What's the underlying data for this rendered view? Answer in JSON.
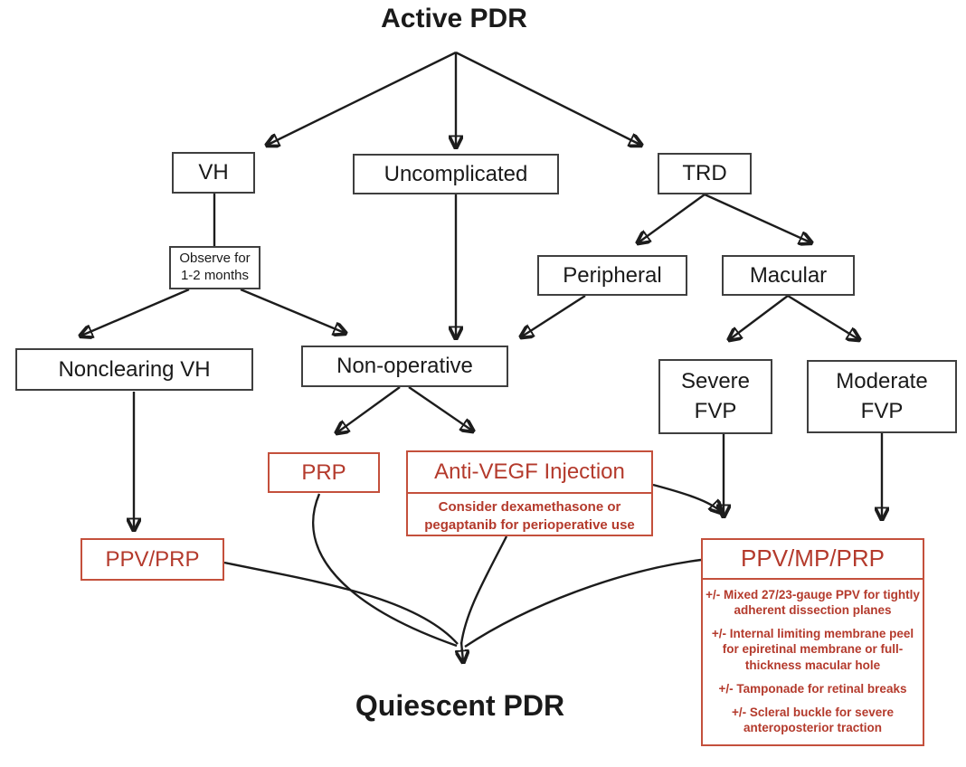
{
  "colors": {
    "red_text": "#b43a2c",
    "red_border": "#c4503c",
    "box_border": "#3f3f3f",
    "arrow": "#1c1c1c",
    "text": "#1a1a1a",
    "background": "#ffffff"
  },
  "titles": {
    "top": "Active PDR",
    "bottom": "Quiescent PDR"
  },
  "nodes": {
    "vh": {
      "label": "VH"
    },
    "uncomplicated": {
      "label": "Uncomplicated"
    },
    "trd": {
      "label": "TRD"
    },
    "observe": {
      "label": "Observe for 1-2 months"
    },
    "nonclearing_vh": {
      "label": "Nonclearing VH"
    },
    "non_operative": {
      "label": "Non-operative"
    },
    "peripheral": {
      "label": "Peripheral"
    },
    "macular": {
      "label": "Macular"
    },
    "severe_fvp": {
      "label": "Severe FVP"
    },
    "moderate_fvp": {
      "label": "Moderate FVP"
    },
    "prp": {
      "label": "PRP"
    },
    "anti_vegf": {
      "label": "Anti-VEGF Injection",
      "note": "Consider dexamethasone or pegaptanib for perioperative use"
    },
    "ppv_prp": {
      "label": "PPV/PRP"
    },
    "ppv_mp_prp": {
      "label": "PPV/MP/PRP",
      "bullets": [
        "+/- Mixed 27/23-gauge PPV for tightly adherent dissection planes",
        "+/- Internal limiting membrane peel for epiretinal membrane or full-thickness macular hole",
        "+/- Tamponade for retinal breaks",
        "+/- Scleral buckle for severe anteroposterior traction"
      ]
    }
  }
}
